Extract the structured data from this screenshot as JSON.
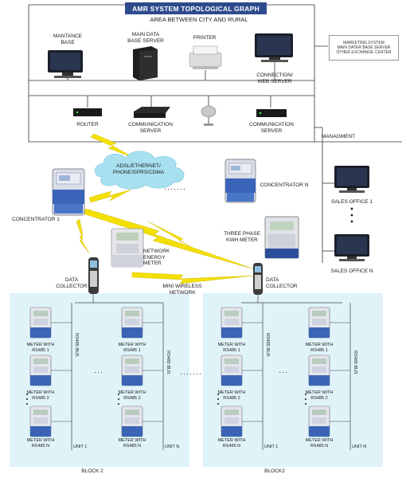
{
  "title": "AMR SYSTEM TOPOLOGICAL GRAPH",
  "subtitle": "AREA BETWEEN CITY AND RURAL",
  "top": {
    "maintenance_base": "MANTANCE\nBASE",
    "main_data_server": "MAIN DATA\nBASE SERVER",
    "printer": "PRINTER",
    "connection_server": "CONNECTION/\nWEB SERVER",
    "marketing_box": "MARKETING SYSTEM\nMAIN DATER BASE SERVER\nOTHER EXCHANGE CENTER",
    "router": "ROUTER",
    "comm_server_1": "COMMUNICATION\nSERVER",
    "comm_server_2": "COMMUNICATION\nSERVER",
    "managment": "MANAGMENT"
  },
  "network_cloud": "ADSL/ETHERNET/\nPHONE/GPRS/CDMA",
  "ellipsis": "·······",
  "concentrator_1": "CONCENTRATOR 1",
  "concentrator_n": "CONCENTRATOR N",
  "three_phase": "THREE PHASE\nKWH METER",
  "network_energy_meter": "NETWORK\nENERGY METER",
  "sales_office_1": "SALES OFFICE 1",
  "sales_office_n": "SALES OFFICE N",
  "data_collector_1": "DATA\nCOLLECTOR",
  "data_collector_2": "DATA\nCOLLECTOR",
  "mini_wireless": "MINI WIRELESS\nNETWORK",
  "block_2_label": "BLOCK 2",
  "block2_label": "BLOCK2",
  "meters": {
    "m1": "METER WITH\nRS485 1",
    "m2": "METER WITH\nRS485 2",
    "mn": "METER WITH\nRS485 N",
    "rs485_bus": "RS485 BUS",
    "unit_1": "UNIT 1",
    "unit_n": "UNIT N",
    "dots_h": "···",
    "dots_big": "·······"
  },
  "colors": {
    "block_bg": "#dff3f8",
    "title_bg": "#2d4b8c",
    "lightning": "#f4e000",
    "cloud": "#a8e0f0"
  }
}
